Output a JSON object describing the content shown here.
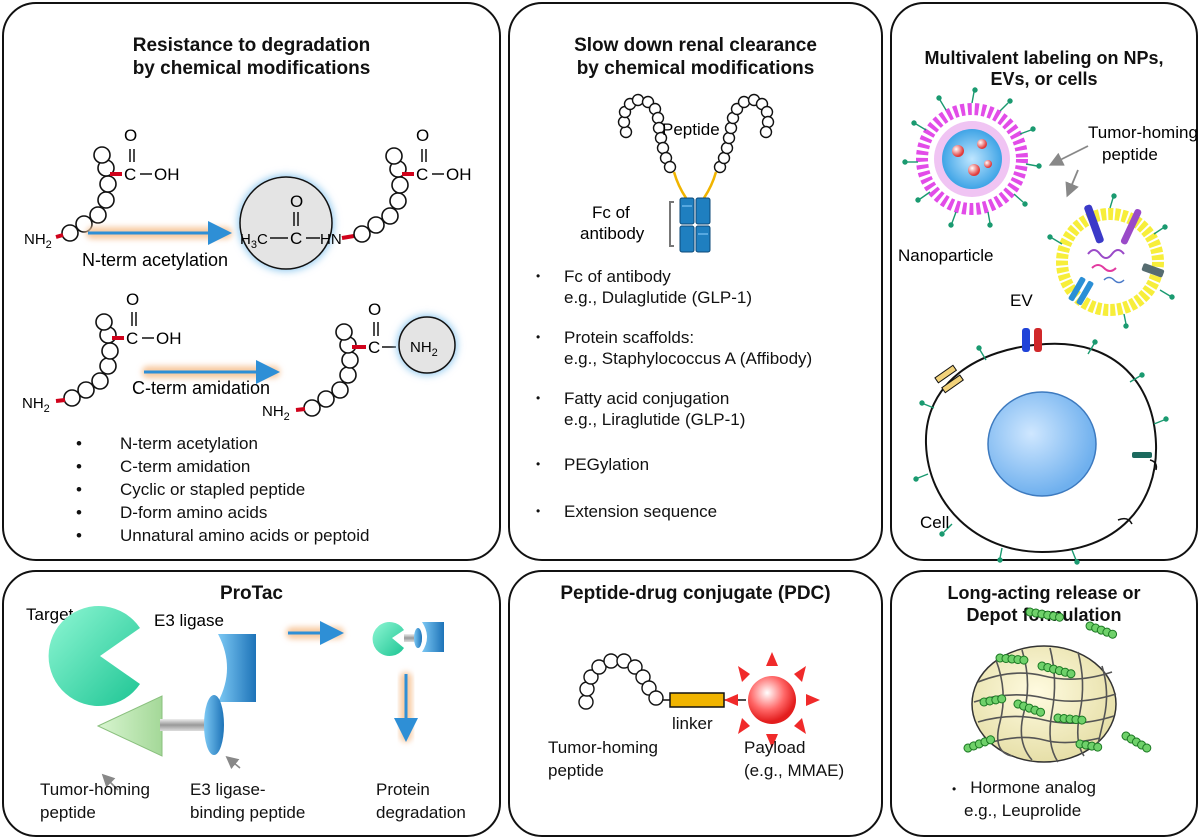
{
  "panel_degradation": {
    "title_line1": "Resistance to degradation",
    "title_line2": "by chemical modifications",
    "label_nterm_arrow": "N-term acetylation",
    "label_cterm_arrow": "C-term amidation",
    "chem": {
      "o": "O",
      "c": "C",
      "oh": "OH",
      "nh2": "NH",
      "sub2": "2",
      "h3c": "H",
      "sub3": "3",
      "hn": "HN"
    },
    "bullets": [
      "N-term acetylation",
      "C-term amidation",
      "Cyclic or stapled peptide",
      "D-form amino acids",
      "Unnatural amino acids or peptoid"
    ]
  },
  "panel_renal": {
    "title_line1": "Slow down renal clearance",
    "title_line2": "by chemical modifications",
    "peptide_label": "Peptide",
    "fc_label_line1": "Fc of",
    "fc_label_line2": "antibody",
    "items": [
      {
        "main": "Fc of antibody",
        "sub": "e.g., Dulaglutide (GLP-1)"
      },
      {
        "main": "Protein scaffolds:",
        "sub": "e.g., Staphylococcus  A (Affibody)"
      },
      {
        "main": "Fatty acid conjugation",
        "sub": "e.g., Liraglutide (GLP-1)"
      },
      {
        "main": "PEGylation",
        "sub": ""
      },
      {
        "main": "Extension sequence",
        "sub": ""
      }
    ]
  },
  "panel_multivalent": {
    "title_line1": "Multivalent labeling on NPs,",
    "title_line2": "EVs, or cells",
    "homing_line1": "Tumor-homing",
    "homing_line2": "peptide",
    "nanoparticle_label": "Nanoparticle",
    "ev_label": "EV",
    "cell_label": "Cell"
  },
  "panel_protac": {
    "title": "ProTac",
    "target_label": "Target",
    "e3_label": "E3 ligase",
    "homing_line1": "Tumor-homing",
    "homing_line2": "peptide",
    "binding_line1": "E3 ligase-",
    "binding_line2": "binding peptide",
    "degradation_line1": "Protein",
    "degradation_line2": "degradation"
  },
  "panel_pdc": {
    "title": "Peptide-drug conjugate (PDC)",
    "linker_label": "linker",
    "homing_line1": "Tumor-homing",
    "homing_line2": "peptide",
    "payload_line1": "Payload",
    "payload_line2": "(e.g., MMAE)"
  },
  "panel_depot": {
    "title_line1": "Long-acting release or",
    "title_line2": "Depot formulation",
    "bullet_main": "Hormone analog",
    "bullet_sub": "e.g., Leuprolide"
  },
  "colors": {
    "bond_red": "#d0021b",
    "arrow_blue": "#2e8fd6",
    "arrow_glow": "#f7c9a0",
    "circle_gray": "#e4e4e4",
    "circle_glow": "#8ec8ef",
    "fc_blue": "#1f7fc0",
    "linker_orange": "#f0b400",
    "protac_green": "#2ee6b0",
    "payload_red": "#f02a2a",
    "np_magenta": "#e24ce8",
    "ev_yellow": "#f7ee3a"
  }
}
